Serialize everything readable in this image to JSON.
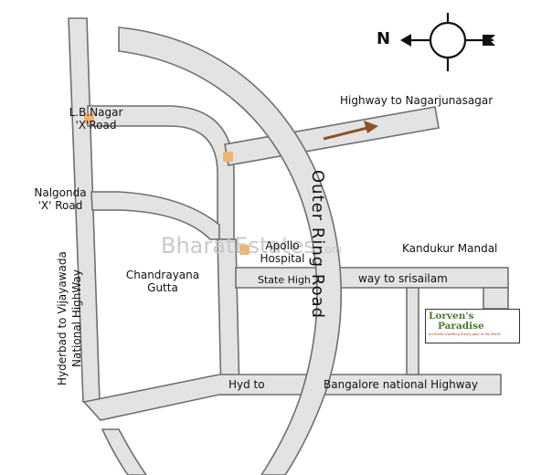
{
  "compass": {
    "direction": "N"
  },
  "ring_road_label": "Outer Ring Road",
  "watermark": {
    "text": "BharatEstates",
    "suffix": ".com"
  },
  "places": {
    "lb_nagar_line1": "L.B.Nagar",
    "lb_nagar_line2": "'X'Road",
    "nalgonda_line1": "Nalgonda",
    "nalgonda_line2": "'X' Road",
    "apollo_line1": "Apollo",
    "apollo_line2": "Hospital",
    "chandrayana_line1": "Chandrayana",
    "chandrayana_line2": "Gutta",
    "kandukur": "Kandukur Mandal"
  },
  "roads": {
    "nagarjunasagar": "Highway to Nagarjunasagar",
    "state_high": "State High",
    "srisailam": "way to srisailam",
    "hyd_to": "Hyd to",
    "bangalore": "Bangalore national Highway",
    "vijayawada_line1": "Hyderbad to Vijayawada",
    "vijayawada_line2": "National HighWay"
  },
  "project": {
    "name_line1": "Lorven's",
    "name_line2": "Paradise",
    "tagline": "An Erotic dwelling luxury plan in the Earth"
  },
  "colors": {
    "road": "#e3e3e3",
    "road_edge": "#6f6f6f",
    "marker": "#f2b36d",
    "arrow": "#8a5228"
  }
}
